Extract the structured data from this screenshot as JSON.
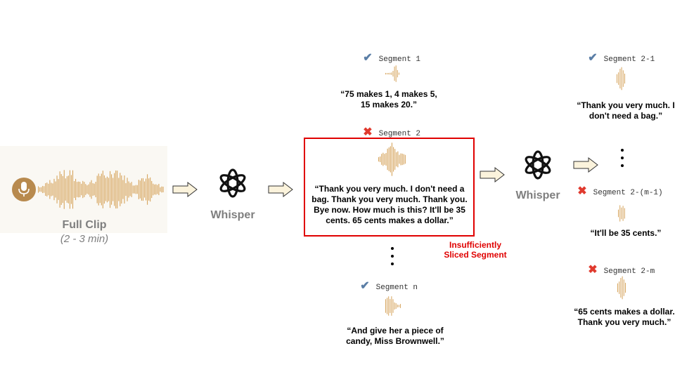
{
  "full_clip": {
    "title": "Full Clip",
    "duration": "(2 - 3 min)"
  },
  "whisper_left": {
    "label": "Whisper"
  },
  "whisper_right": {
    "label": "Whisper"
  },
  "segments": {
    "seg1": {
      "label": "Segment 1",
      "status": "check",
      "quote": [
        "“75 makes 1, 4 makes 5,",
        "15 makes 20.”"
      ]
    },
    "seg2": {
      "label": "Segment 2",
      "status": "cross",
      "quote": [
        "“Thank you very much. I don't need a",
        "bag. Thank you very much. Thank you.",
        "Bye now. How much is this? It'll be 35",
        "cents. 65 cents makes a dollar.”"
      ]
    },
    "segn": {
      "label": "Segment n",
      "status": "check",
      "quote": [
        "“And give her a piece of",
        "candy, Miss Brownwell.”"
      ]
    }
  },
  "insufficient_label": [
    "Insufficiently",
    "Sliced Segment"
  ],
  "subsegments": {
    "s21": {
      "label": "Segment 2-1",
      "status": "check",
      "quote": [
        "“Thank you very much. I",
        "don't need a bag.”"
      ]
    },
    "s2m1": {
      "label": "Segment 2-(m-1)",
      "status": "cross",
      "quote": [
        "“It'll be 35 cents.”"
      ]
    },
    "s2m": {
      "label": "Segment 2-m",
      "status": "cross",
      "quote": [
        "“65 cents makes a dollar.",
        "Thank you very much.”"
      ]
    }
  },
  "icons": {
    "check": "✔",
    "cross": "✖"
  },
  "colors": {
    "wave": "#d6a45c",
    "red": "#e00000",
    "check": "#5a7ea6",
    "cross": "#e03a2e",
    "gray_text": "#7f7f7f"
  }
}
